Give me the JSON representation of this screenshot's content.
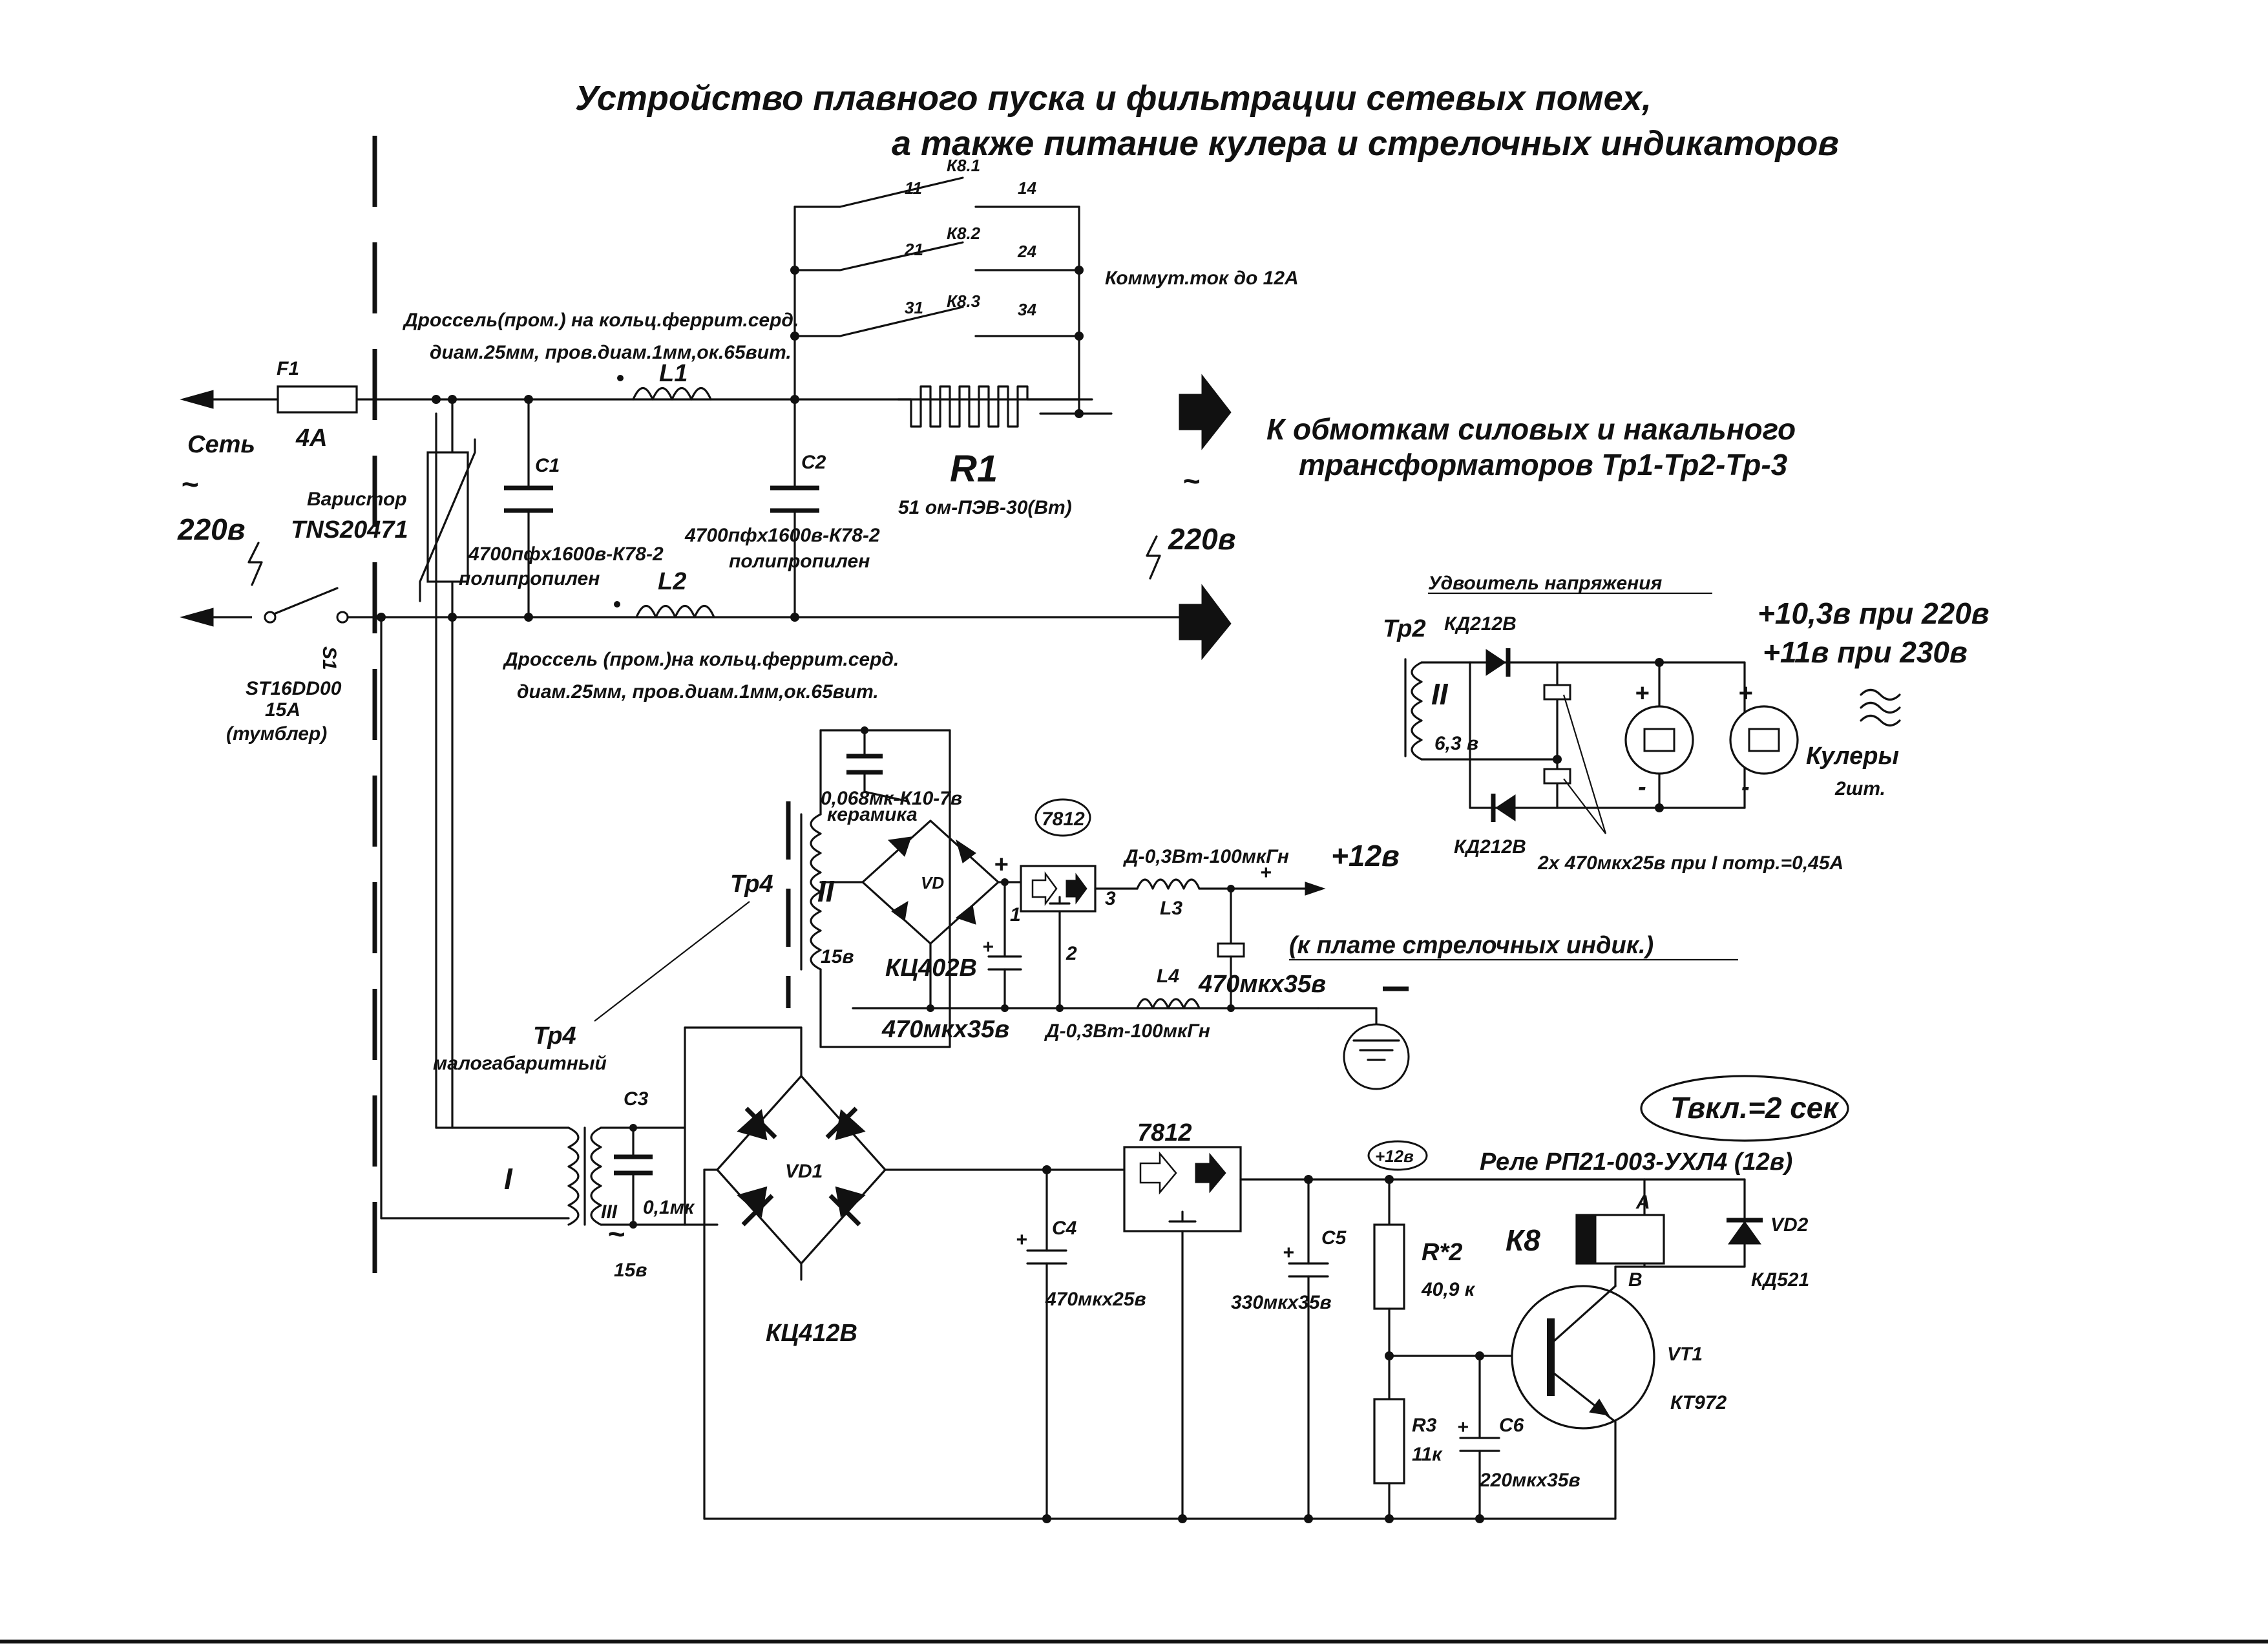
{
  "title": {
    "line1": "Устройство плавного пуска и фильтрации сетевых помех,",
    "line2": "а также питание кулера и стрелочных индикаторов"
  },
  "mains": {
    "label": "Сеть",
    "tilde": "~",
    "voltage": "220в",
    "fuse_ref": "F1",
    "fuse_rating": "4A",
    "switch_ref": "S1",
    "switch_model": "ST16DD00",
    "switch_rating": "15A",
    "switch_type": "(тумблер)",
    "varistor_label": "Варистор",
    "varistor_model": "TNS20471"
  },
  "filter": {
    "choke_top_desc1": "Дроссель(пром.) на кольц.феррит.серд.",
    "choke_top_desc2": "диам.25мм, пров.диам.1мм,ок.65вит.",
    "l1": "L1",
    "l2": "L2",
    "choke_bottom_desc1": "Дроссель (пром.)на кольц.феррит.серд.",
    "choke_bottom_desc2": "диам.25мм, пров.диам.1мм,ок.65вит.",
    "c1": "C1",
    "c1_spec1": "4700пфх1600в-К78-2",
    "c1_spec2": "полипропилен",
    "c2": "C2",
    "c2_spec1": "4700пфх1600в-К78-2",
    "c2_spec2": "полипропилен"
  },
  "softstart": {
    "k81": "К8.1",
    "k82": "К8.2",
    "k83": "К8.3",
    "pin11": "11",
    "pin14": "14",
    "pin21": "21",
    "pin24": "24",
    "pin31": "31",
    "pin34": "34",
    "current_note": "Коммут.ток до 12А",
    "r1": "R1",
    "r1_spec": "51 ом-ПЭВ-30(Вт)",
    "out_tilde": "~",
    "out_voltage": "220в",
    "output_note1": "К обмоткам силовых и накального",
    "output_note2": "трансформаторов Тр1-Тр2-Тр-3"
  },
  "cooler": {
    "doubler_title": "Удвоитель напряжения",
    "tr2": "Тр2",
    "winding": "II",
    "winding_voltage": "6,3 в",
    "diode_top": "КД212В",
    "diode_bottom": "КД212В",
    "caps_note": "2х 470мкх25в при I потр.=0,45А",
    "v220": "+10,3в при 220в",
    "v230": "+11в при 230в",
    "coolers_label": "Кулеры",
    "coolers_count": "2шт.",
    "plus": "+",
    "minus": "-"
  },
  "meter_supply": {
    "tr4": "Тр4",
    "winding": "II",
    "winding_voltage": "15в",
    "cap_ceramic1": "0,068мк-К10-7в",
    "cap_ceramic2": "керамика",
    "bridge": "VD",
    "bridge_model": "КЦ402В",
    "reg": "7812",
    "pin1": "1",
    "pin2": "2",
    "pin3": "3",
    "l3": "L3",
    "l3_spec": "Д-0,3Вт-100мкГн",
    "l4": "L4",
    "l4_spec": "Д-0,3Вт-100мкГн",
    "cap_in": "470мкх35в",
    "cap_out": "470мкх35в",
    "out_plus": "+12в",
    "out_note": "(к плате стрелочных индик.)",
    "plus": "+",
    "minus": "-"
  },
  "relay_driver": {
    "tr4": "Тр4",
    "tr4_note": "малогабаритный",
    "winding1": "I",
    "winding3": "III",
    "winding3_voltage": "15в",
    "c3": "C3",
    "c3_spec": "0,1мк",
    "vd1": "VD1",
    "vd1_model": "КЦ412В",
    "reg": "7812",
    "c4": "C4",
    "c4_spec": "470мкх25в",
    "c5": "C5",
    "c5_spec": "330мкх35в",
    "rail": "+12в",
    "r2": "R*2",
    "r2_spec": "40,9 к",
    "r3": "R3",
    "r3_spec": "11к",
    "c6": "C6",
    "c6_spec": "220мкх35в",
    "k8": "К8",
    "relay_note": "Реле РП21-003-УХЛ4 (12в)",
    "pin_a": "А",
    "pin_b": "В",
    "vd2": "VD2",
    "vd2_model": "КД521",
    "vt1": "VT1",
    "vt1_model": "КТ972",
    "delay": "Твкл.=2 сек",
    "plus": "+"
  }
}
